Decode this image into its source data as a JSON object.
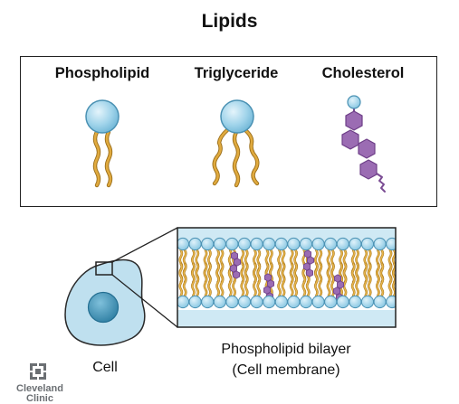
{
  "title": "Lipids",
  "lipid_types": [
    {
      "label": "Phospholipid"
    },
    {
      "label": "Triglyceride"
    },
    {
      "label": "Cholesterol"
    }
  ],
  "membrane": {
    "cell_label": "Cell",
    "bilayer_label_line1": "Phospholipid bilayer",
    "bilayer_label_line2": "(Cell membrane)"
  },
  "logo": {
    "name_line1": "Cleveland",
    "name_line2": "Clinic"
  },
  "colors": {
    "head_blue": "#9fd3ea",
    "head_stroke": "#4a91b3",
    "tail_gold": "#d9a233",
    "cholesterol_purple": "#9b6cb3",
    "cell_fill": "#bfe0ef",
    "nucleus": "#3f8fb2",
    "outline": "#222222"
  }
}
